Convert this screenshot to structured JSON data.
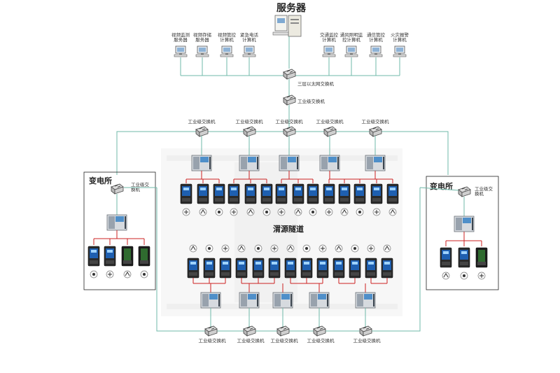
{
  "server": {
    "title": "服务器"
  },
  "left_computers": [
    {
      "label": [
        "视频监测",
        "服务器"
      ]
    },
    {
      "label": [
        "视频存储",
        "服务器"
      ]
    },
    {
      "label": [
        "视频管控",
        "计算机"
      ]
    },
    {
      "label": [
        "紧急电话",
        "计算机"
      ]
    }
  ],
  "right_computers": [
    {
      "label": [
        "交通监控",
        "计算机"
      ]
    },
    {
      "label": [
        "通风照明监",
        "控计算机"
      ]
    },
    {
      "label": [
        "通信管控",
        "计算机"
      ]
    },
    {
      "label": [
        "火灾报警",
        "计算机"
      ]
    }
  ],
  "core_switch": {
    "label": "三层以太网交换机"
  },
  "industrial_switch": {
    "label": "工业级交换机"
  },
  "top_ring_switches": [
    {
      "label": "工业级交换机"
    },
    {
      "label": "工业级交换机"
    },
    {
      "label": "工业级交换机"
    },
    {
      "label": "工业级交换机"
    },
    {
      "label": "工业级交换机"
    }
  ],
  "left_substation": {
    "title": "变电所",
    "switch_label": [
      "工业级交",
      "换机"
    ]
  },
  "right_substation": {
    "title": "变电所",
    "switch_label": [
      "工业级交",
      "换机"
    ]
  },
  "tunnel": {
    "title": "渭源隧道"
  },
  "bottom_ring_switches": [
    {
      "label": "工业级交换机"
    },
    {
      "label": "工业级交换机"
    },
    {
      "label": "工业级交换机"
    },
    {
      "label": "工业级交换机"
    },
    {
      "label": "工业级交换机"
    }
  ],
  "colors": {
    "line": "#6fb8a8",
    "link": "#cc2222",
    "device": "#1e5fb0",
    "watermark": "#eeeeee"
  }
}
